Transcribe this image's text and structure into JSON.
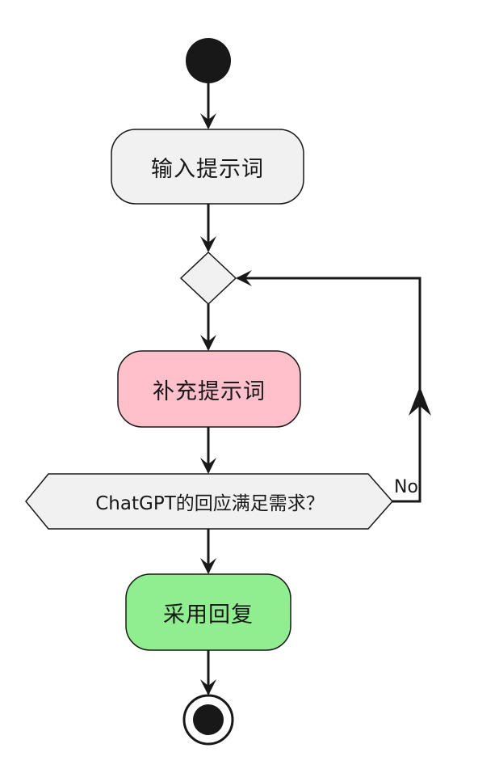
{
  "diagram": {
    "actions": {
      "input_prompt": {
        "label": "输入提示词",
        "fill": "#f1f1f1"
      },
      "refine_prompt": {
        "label": "补充提示词",
        "fill": "#ffc0cb"
      },
      "adopt_reply": {
        "label": "采用回复",
        "fill": "#90ee90"
      }
    },
    "condition": {
      "label": "ChatGPT的回应满足需求？",
      "fill": "#f1f1f1"
    },
    "branch_no": {
      "label": "No"
    },
    "colors": {
      "stroke": "#181818",
      "merge_fill": "#f1f1f1",
      "node_border": "#181818"
    }
  }
}
